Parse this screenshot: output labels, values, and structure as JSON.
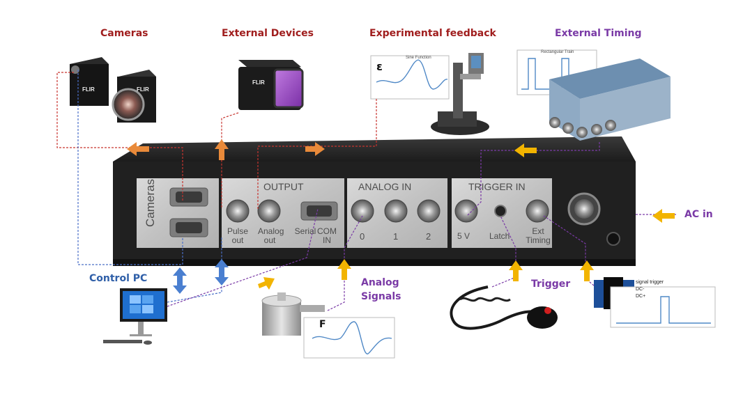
{
  "labels": {
    "cameras": "Cameras",
    "external_devices": "External Devices",
    "experimental_feedback": "Experimental feedback",
    "external_timing": "External Timing",
    "ac_in": "AC in",
    "control_pc": "Control PC",
    "analog_signals_1": "Analog",
    "analog_signals_2": "Signals",
    "trigger": "Trigger"
  },
  "panel": {
    "cameras": "Cameras",
    "output": "OUTPUT",
    "analog_in": "ANALOG   IN",
    "trigger_in": "TRIGGER   IN",
    "pulse_out_1": "Pulse",
    "pulse_out_2": "out",
    "analog_out_1": "Analog",
    "analog_out_2": "out",
    "serial": "Serial",
    "com_in_1": "COM",
    "com_in_2": "IN",
    "ch0": "0",
    "ch1": "1",
    "ch2": "2",
    "five_v": "5  V",
    "latch": "Latch",
    "ext_timing_1": "Ext",
    "ext_timing_2": "Timing"
  },
  "plots": {
    "epsilon_symbol": "ε",
    "force_symbol": "F",
    "sine_title": "Sine Function",
    "rect_title": "Rectangular Train",
    "legend_signal": "signal trigger",
    "legend_dc_minus": "DC-",
    "legend_dc_plus": "DC+"
  },
  "brand": "FLIR",
  "colors": {
    "red_label": "#a01e1e",
    "purple_label": "#7a3aa6",
    "blue_label": "#2f5fa8",
    "orange_arrow": "#e98a3a",
    "yellow_arrow": "#f2b400",
    "blue_arrow": "#4a7fd0"
  }
}
